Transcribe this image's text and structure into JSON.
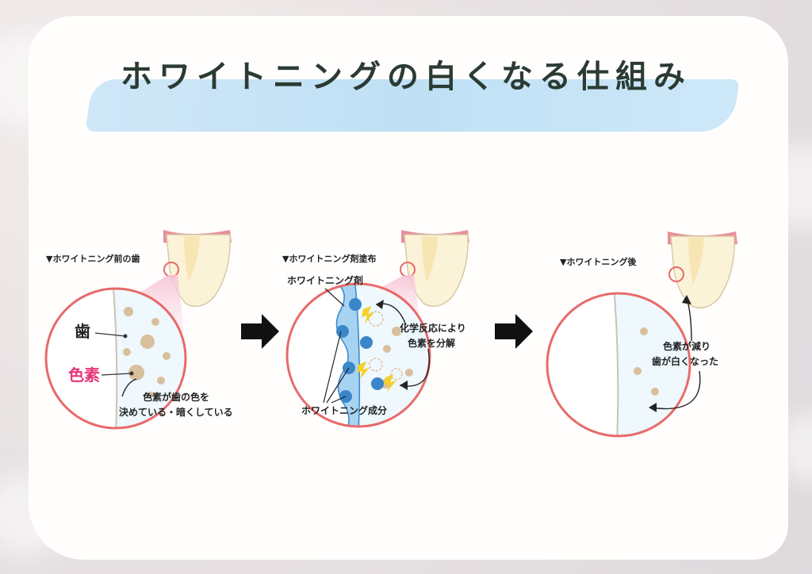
{
  "title": "ホワイトニングの白くなる仕組み",
  "colors": {
    "accent_pink": "#e8357a",
    "circle_outline": "#e86a6a",
    "gum": "#e88f9a",
    "tooth": "#fbf3d8",
    "pigment": "#d9bf9e",
    "agent_blue": "#3a86c8",
    "bolt": "#f5d02a",
    "brush": "#cfe7f7"
  },
  "panels": [
    {
      "caption": "▼ホワイトニング前の歯",
      "labels": {
        "tooth": "歯",
        "pigment": "色素",
        "note_line1": "色素が歯の色を",
        "note_line2": "決めている・暗くしている"
      }
    },
    {
      "caption": "▼ホワイトニング剤塗布",
      "labels": {
        "agent": "ホワイトニング剤",
        "reaction_line1": "化学反応により",
        "reaction_line2": "色素を分解",
        "component": "ホワイトニング成分"
      }
    },
    {
      "caption": "▼ホワイトニング後",
      "labels": {
        "result_line1": "色素が減り",
        "result_line2": "歯が白くなった"
      }
    }
  ]
}
